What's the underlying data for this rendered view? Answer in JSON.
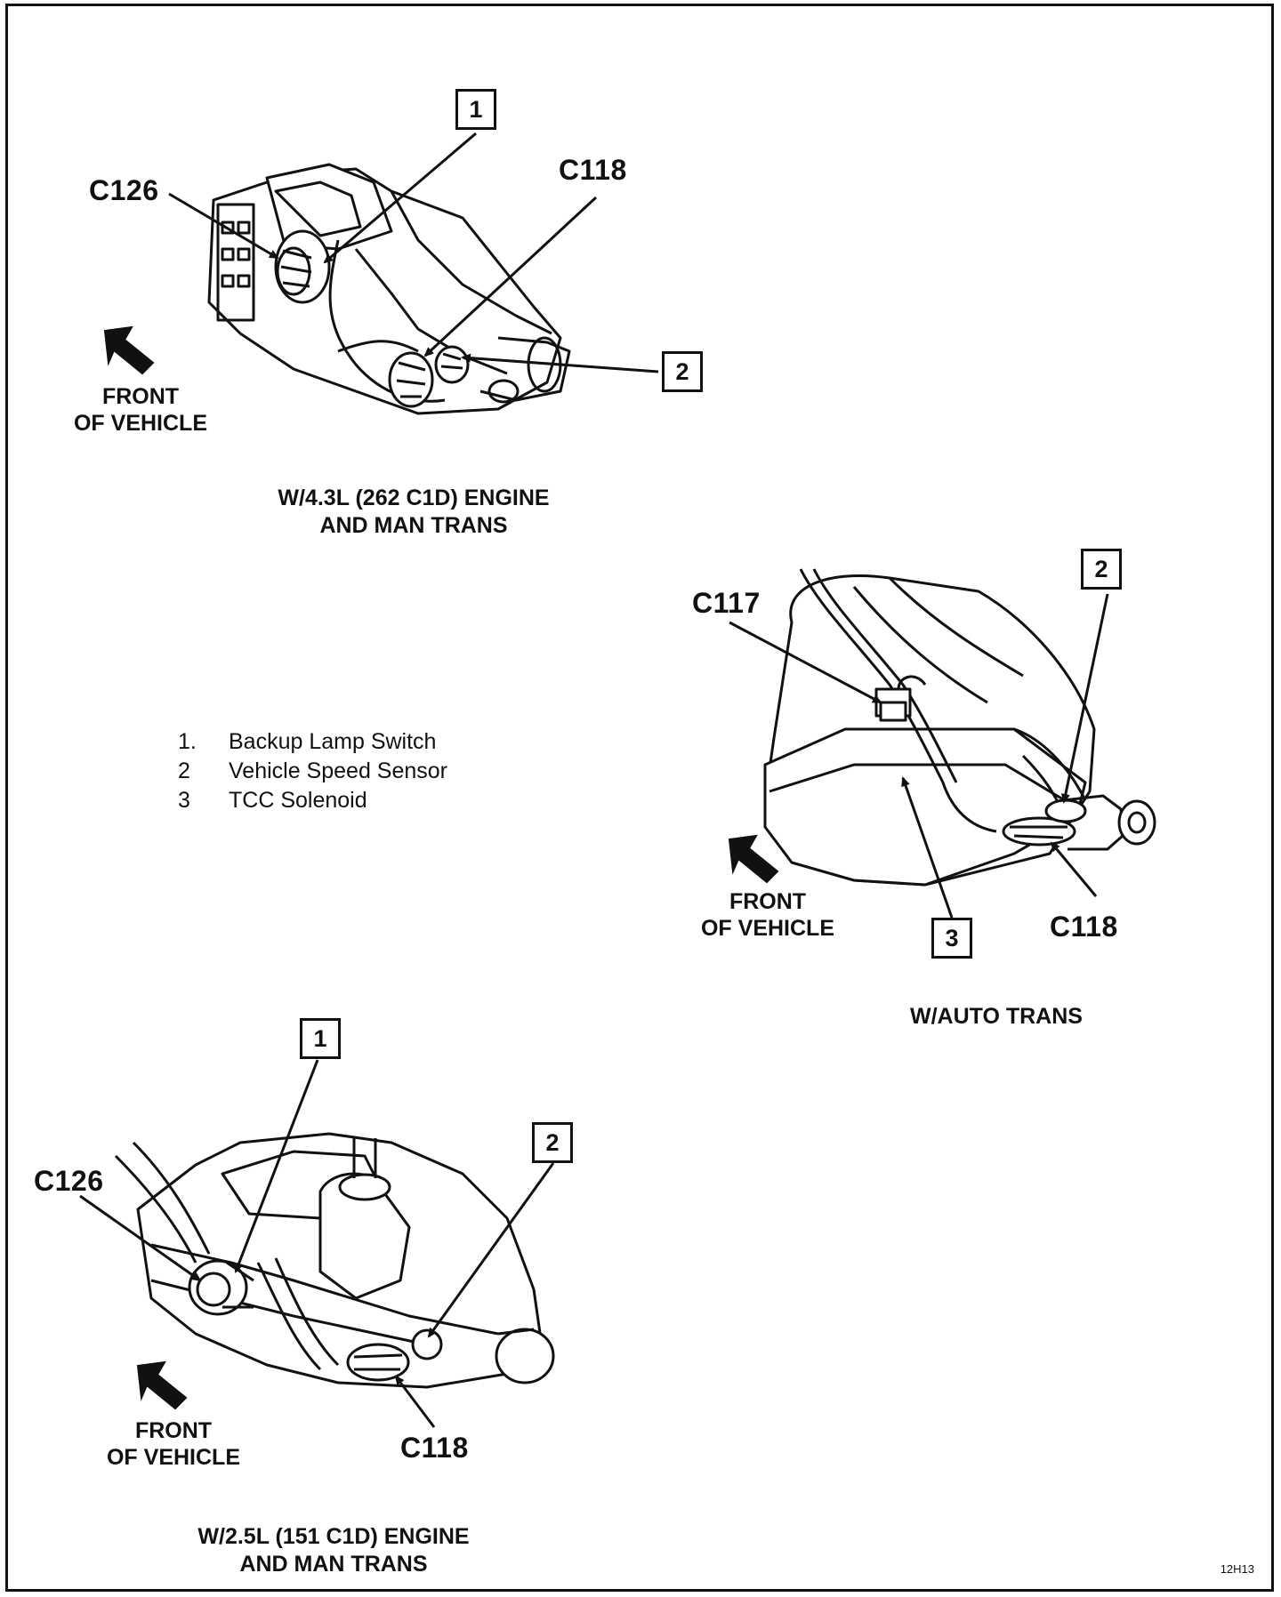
{
  "views": {
    "top": {
      "caption_line1": "W/4.3L (262 C1D) ENGINE",
      "caption_line2": "AND MAN TRANS",
      "connector_a": "C126",
      "connector_b": "C118",
      "callout_1": "1",
      "callout_2": "2",
      "front_line1": "FRONT",
      "front_line2": "OF VEHICLE"
    },
    "auto": {
      "caption": "W/AUTO TRANS",
      "connector_a": "C117",
      "connector_b": "C118",
      "callout_2": "2",
      "callout_3": "3",
      "front_line1": "FRONT",
      "front_line2": "OF VEHICLE"
    },
    "bottom": {
      "caption_line1": "W/2.5L (151 C1D) ENGINE",
      "caption_line2": "AND MAN TRANS",
      "connector_a": "C126",
      "connector_b": "C118",
      "callout_1": "1",
      "callout_2": "2",
      "front_line1": "FRONT",
      "front_line2": "OF VEHICLE"
    }
  },
  "legend": [
    {
      "num": "1.",
      "label": "Backup Lamp Switch"
    },
    {
      "num": "2",
      "label": "Vehicle Speed Sensor"
    },
    {
      "num": "3",
      "label": "TCC Solenoid"
    }
  ],
  "figure_code": "12H13"
}
